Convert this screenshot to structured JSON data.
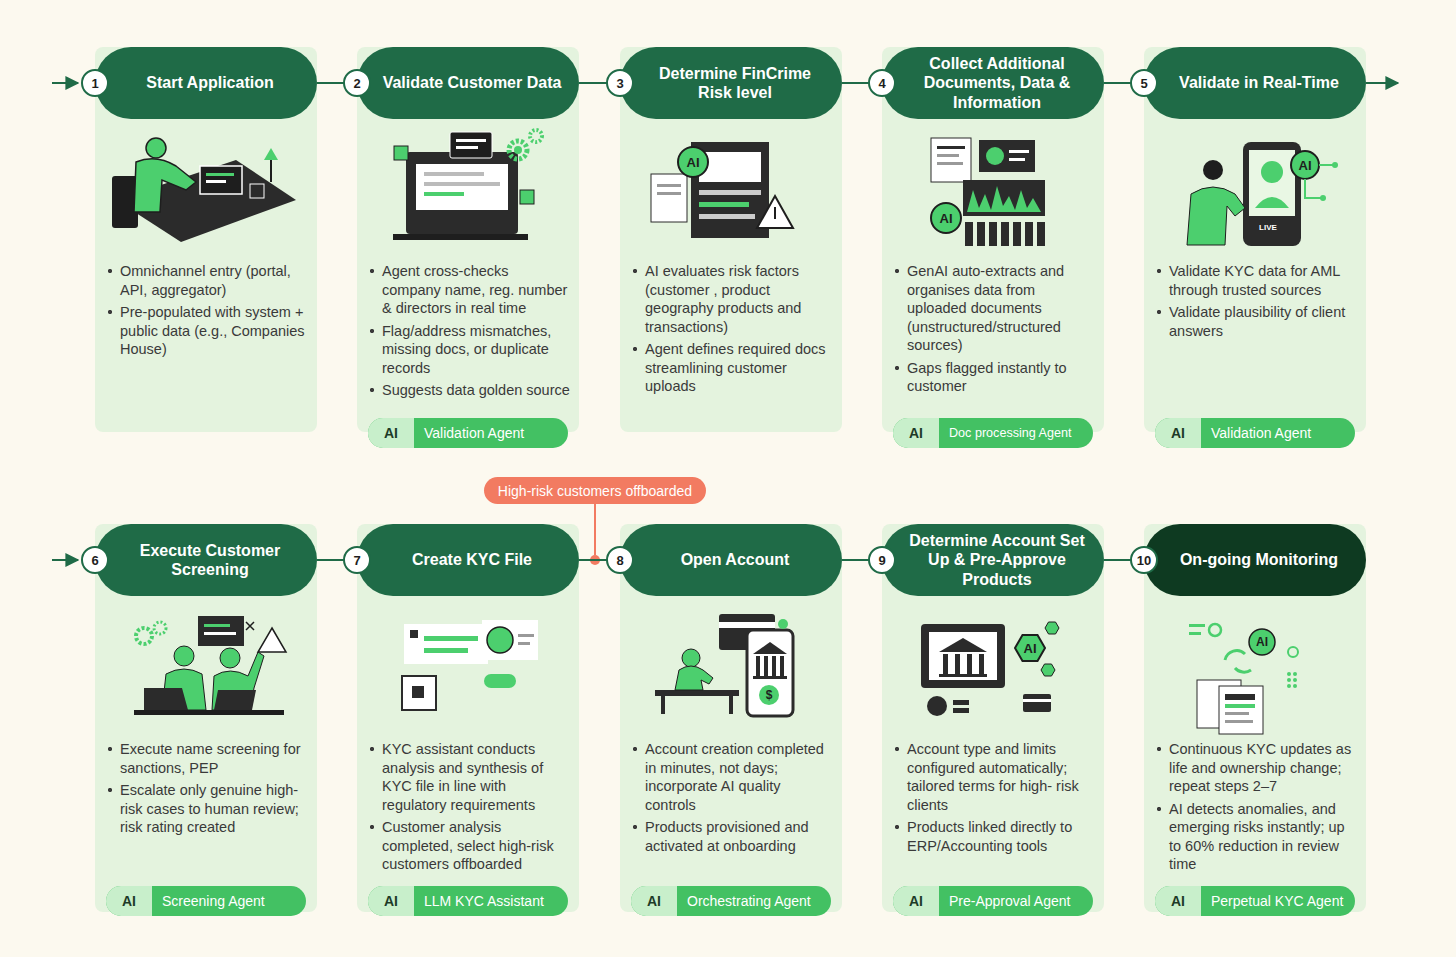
{
  "diagram": {
    "nodes": [
      {
        "text": [
          "Omnichannel entry (portal, API, aggregator)",
          "Pre-populated with system + public data (e.g., Companies House)"
        ]
      },
      {
        "text": [
          "Start Application"
        ],
        "in": 0
      },
      {
        "text": [
          "1"
        ],
        "in": 1
      },
      {
        "text": [
          "Agent cross-checks company name, reg. number & directors in real time",
          "Flag/address mismatches, missing docs, or duplicate records",
          "Suggests data golden source"
        ]
      },
      {
        "text": [
          "Validate Customer Data"
        ],
        "in": 3
      },
      {
        "text": [
          "2"
        ],
        "in": 4
      },
      {
        "text": [
          "AI",
          "Validation Agent"
        ],
        "in": 3
      },
      {
        "text": [
          "AI evaluates risk factors (customer , product geography products and transactions)",
          "Agent defines required docs streamlining customer uploads"
        ]
      },
      {
        "text": [
          "Determine FinCrime Risk level"
        ],
        "in": 7
      },
      {
        "text": [
          "3"
        ],
        "in": 8
      },
      {
        "text": [
          "GenAI auto-extracts and organises data from uploaded documents (unstructured/structured sources)",
          "Gaps flagged instantly to customer"
        ]
      },
      {
        "text": [
          "Collect Additional Documents, Data & Information"
        ],
        "in": 10
      },
      {
        "text": [
          "4"
        ],
        "in": 11
      },
      {
        "text": [
          "AI",
          "Doc processing Agent"
        ],
        "in": 10
      },
      {
        "text": [
          "Validate KYC data for AML through trusted sources",
          "Validate plausibility of client answers"
        ]
      },
      {
        "text": [
          "Validate in Real-Time"
        ],
        "in": 14
      },
      {
        "text": [
          "5"
        ],
        "in": 15
      },
      {
        "text": [
          "AI",
          "Validation Agent"
        ],
        "in": 14
      },
      {
        "text": [
          "High-risk customers offboarded"
        ]
      },
      {
        "text": [
          "Execute name screening for sanctions, PEP",
          "Escalate only genuine high-risk cases to human review; risk rating created"
        ]
      },
      {
        "text": [
          "Execute Customer Screening"
        ],
        "in": 19
      },
      {
        "text": [
          "6"
        ],
        "in": 20
      },
      {
        "text": [
          "AI",
          "Screening Agent"
        ],
        "in": 19
      },
      {
        "text": [
          "KYC assistant conducts analysis and synthesis of KYC file in line with regulatory requirements",
          "Customer analysis completed, select high-risk customers offboarded"
        ]
      },
      {
        "text": [
          "Create KYC File"
        ],
        "in": 23
      },
      {
        "text": [
          "7"
        ],
        "in": 24
      },
      {
        "text": [
          "AI",
          "LLM KYC Assistant"
        ],
        "in": 23
      },
      {
        "text": [
          "Account creation completed in minutes, not days; incorporate AI quality controls",
          "Products provisioned and activated at onboarding"
        ]
      },
      {
        "text": [
          "Open Account"
        ],
        "in": 27
      },
      {
        "text": [
          "8"
        ],
        "in": 28
      },
      {
        "text": [
          "AI",
          "Orchestrating Agent"
        ],
        "in": 27
      },
      {
        "text": [
          "Account type and limits configured automatically; tailored terms for high- risk clients",
          "Products linked directly to ERP/Accounting tools"
        ]
      },
      {
        "text": [
          "Determine Account Set Up & Pre-Approve Products"
        ],
        "in": 31
      },
      {
        "text": [
          "9"
        ],
        "in": 32
      },
      {
        "text": [
          "AI",
          "Pre-Approval Agent"
        ],
        "in": 31
      },
      {
        "text": [
          "Continuous KYC updates as life and ownership change; repeat steps 2–7",
          "AI detects anomalies, and emerging risks instantly; up to 60% reduction in review time"
        ]
      },
      {
        "text": [
          "On-going Monitoring"
        ],
        "in": 35
      },
      {
        "text": [
          "10"
        ],
        "in": 36
      },
      {
        "text": [
          "AI",
          "Perpetual KYC Agent"
        ],
        "in": 35
      }
    ],
    "edges": [
      {
        "from": 1,
        "to": 4,
        "arrow": "none"
      },
      {
        "from": 4,
        "to": 8,
        "arrow": "none"
      },
      {
        "from": 8,
        "to": 11,
        "arrow": "none"
      },
      {
        "from": 11,
        "to": 15,
        "arrow": "none"
      },
      {
        "from": 20,
        "to": 24,
        "arrow": "none"
      },
      {
        "from": 24,
        "to": 28,
        "arrow": "none"
      },
      {
        "from": 28,
        "to": 32,
        "arrow": "none"
      },
      {
        "from": 32,
        "to": 36,
        "arrow": "none"
      }
    ],
    "labels": [
      "AI",
      "AI",
      "AI",
      "LIVE",
      "$",
      "AI",
      "AI"
    ]
  }
}
